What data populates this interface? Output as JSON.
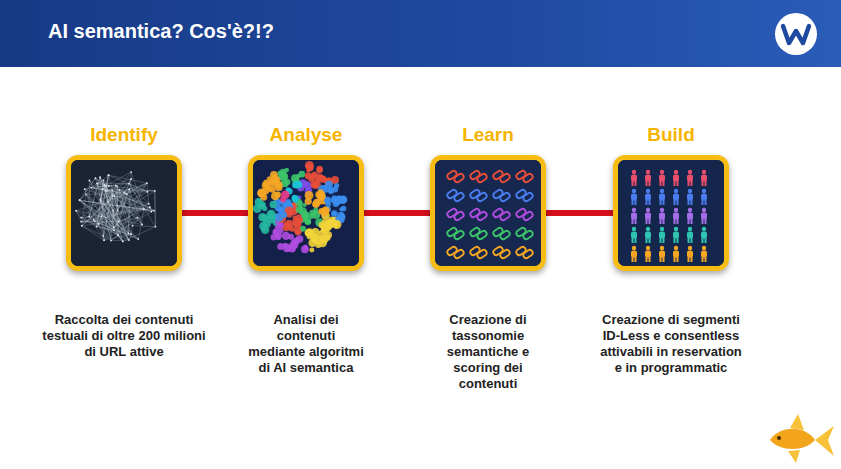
{
  "diagram": {
    "title": "AI semantica? Cos'è?!?",
    "nodes": [
      {
        "text": [
          "Identify",
          "Raccolta dei contenuti testuali di oltre 200 milioni di URL attive"
        ]
      },
      {
        "text": [
          "Analyse",
          "Analisi dei contenuti mediante algoritmi di AI semantica"
        ]
      },
      {
        "text": [
          "Learn",
          "Creazione di tassonomie semantiche e scoring dei contenuti"
        ]
      },
      {
        "text": [
          "Build",
          "Creazione di segmenti ID-Less e consentless attivabili in reservation e in programmatic"
        ]
      }
    ],
    "edges": [
      {
        "from": 0,
        "to": 1,
        "arrow": "none"
      },
      {
        "from": 1,
        "to": 2,
        "arrow": "none"
      },
      {
        "from": 2,
        "to": 3,
        "arrow": "none"
      }
    ]
  }
}
